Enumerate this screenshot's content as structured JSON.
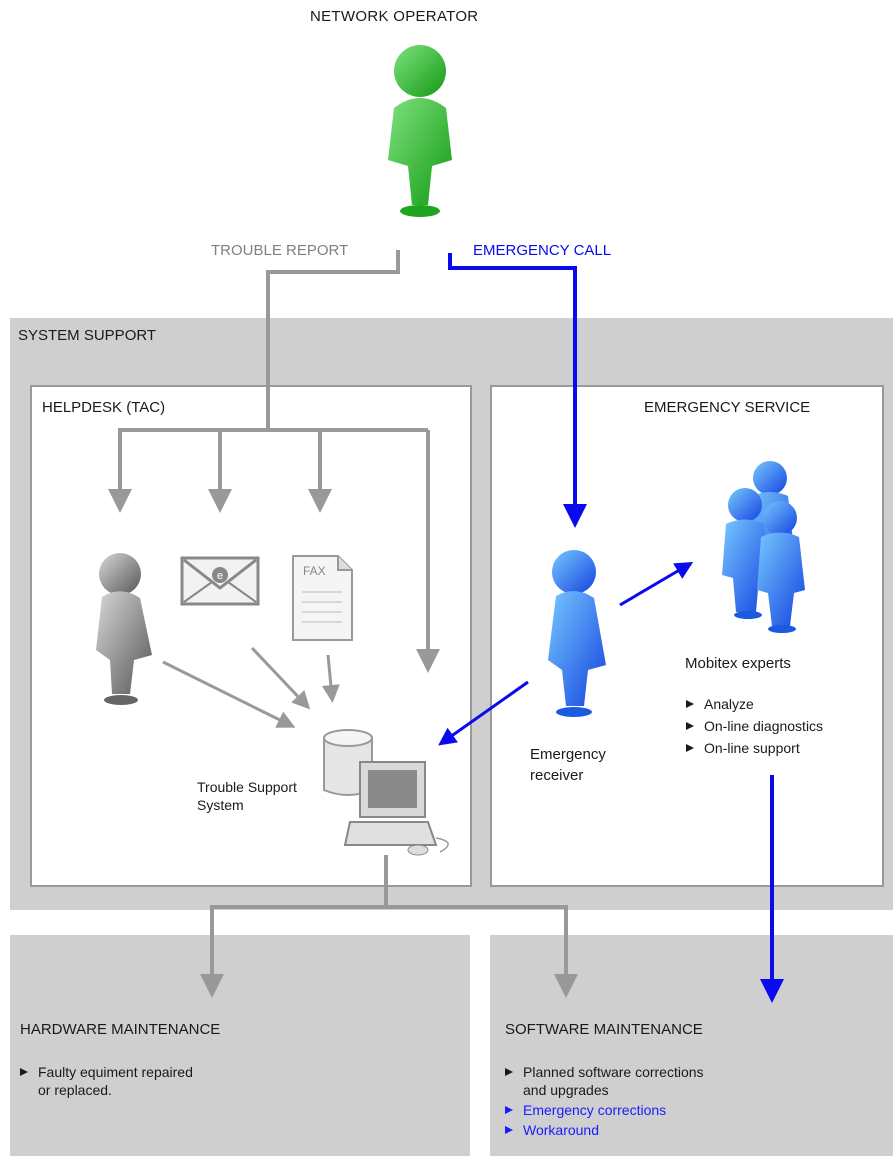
{
  "header": {
    "title": "NETWORK OPERATOR"
  },
  "flows": {
    "trouble_report": "TROUBLE REPORT",
    "emergency_call": "EMERGENCY CALL"
  },
  "system_support": {
    "title": "SYSTEM SUPPORT",
    "helpdesk": {
      "title": "HELPDESK (TAC)",
      "fax_label": "FAX",
      "system_label": "Trouble Support\nSystem"
    },
    "emergency_service": {
      "title": "EMERGENCY SERVICE",
      "receiver_label": "Emergency\nreceiver",
      "experts_label": "Mobitex experts",
      "experts_items": [
        "Analyze",
        "On-line diagnostics",
        "On-line support"
      ]
    }
  },
  "hardware": {
    "title": "HARDWARE MAINTENANCE",
    "items": [
      "Faulty equiment repaired\nor replaced."
    ]
  },
  "software": {
    "title": "SOFTWARE MAINTENANCE",
    "items": [
      "Planned software corrections\nand upgrades"
    ],
    "highlighted_items": [
      "Emergency corrections",
      "Workaround"
    ]
  },
  "colors": {
    "gray_flow": "#999999",
    "blue_flow": "#0a0aee",
    "region": "#cfcfcf",
    "operator_green": "#2db52d",
    "emergency_blue": "#1f6bf0"
  }
}
